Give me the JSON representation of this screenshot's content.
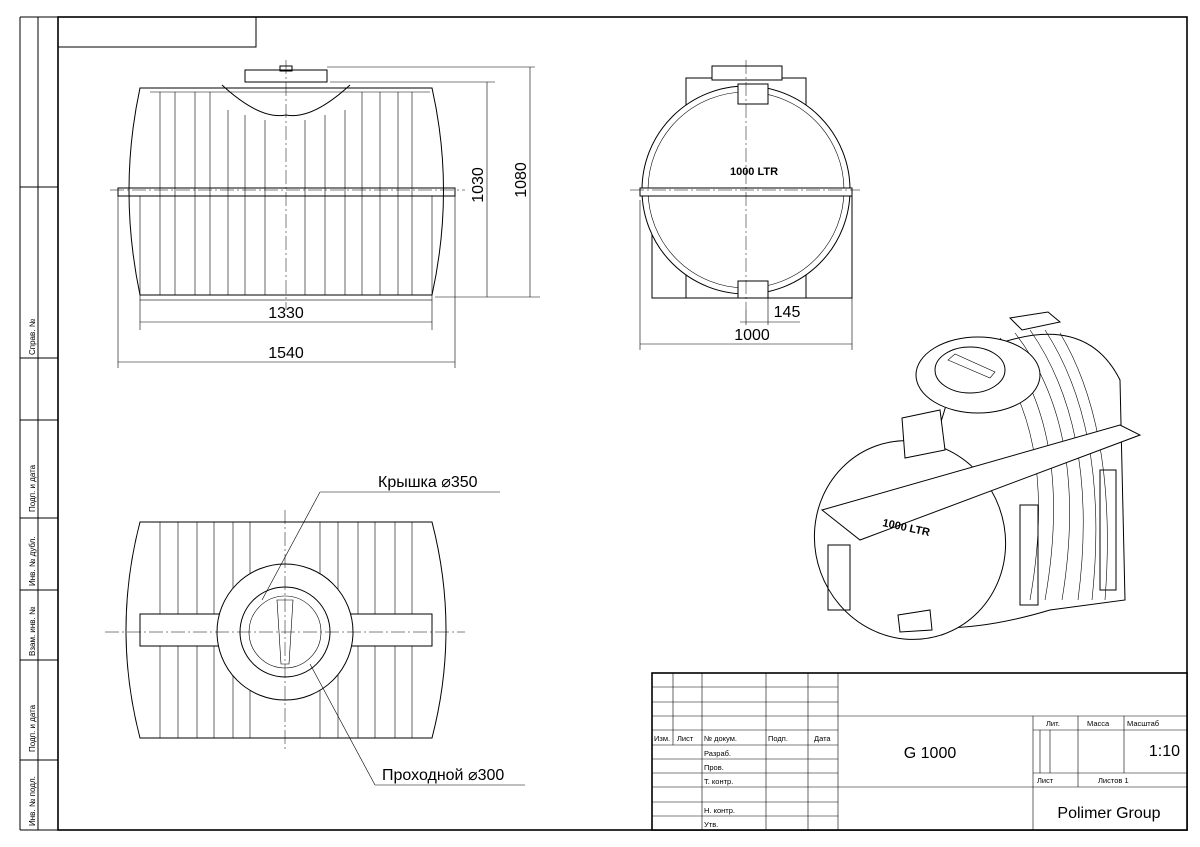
{
  "side_strip": {
    "sprav_no": "Справ. №",
    "podp_data_1": "Подп. и дата",
    "inv_no_dubl": "Инв. № дубл.",
    "vzam_inv_no": "Взам. инв. №",
    "podp_data_2": "Подп. и дата",
    "inv_no_podl": "Инв. № подл."
  },
  "front_view": {
    "dim_width_inner": "1330",
    "dim_width_total": "1540",
    "dim_height_body": "1030",
    "dim_height_total": "1080"
  },
  "side_view": {
    "label": "1000 LTR",
    "dim_foot": "145",
    "dim_width": "1000"
  },
  "iso_view": {
    "label": "1000 LTR"
  },
  "top_view": {
    "lid_callout": "Крышка ⌀350",
    "manhole_callout": "Проходной ⌀300"
  },
  "title_block": {
    "col_izm": "Изм.",
    "col_list": "Лист",
    "col_doc": "№ докум.",
    "col_podp": "Подп.",
    "col_data": "Дата",
    "razrab": "Разраб.",
    "prov": "Пров.",
    "t_kontr": "Т. контр.",
    "n_kontr": "Н. контр.",
    "utv": "Утв.",
    "designation": "G 1000",
    "lit": "Лит.",
    "massa": "Масса",
    "masshtab": "Масштаб",
    "scale_value": "1:10",
    "sheet": "Лист",
    "sheets_total": "Листов 1",
    "company": "Polimer Group"
  }
}
